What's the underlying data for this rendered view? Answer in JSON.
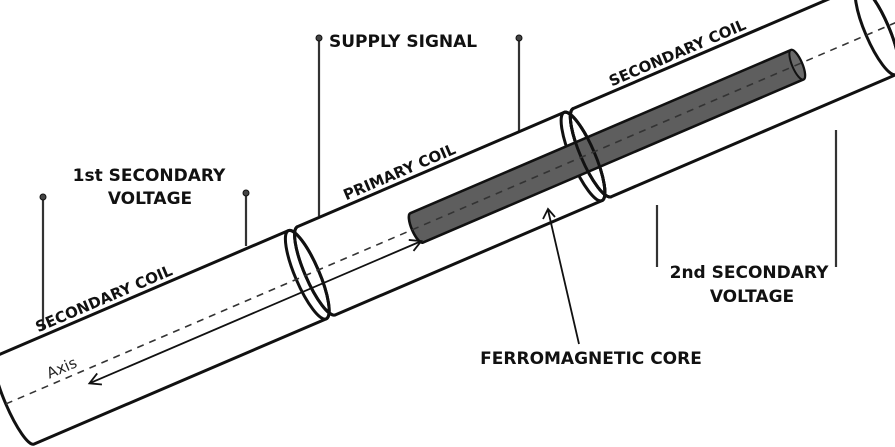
{
  "diagram": {
    "title": "Linear Variable Differential Transformer (LVDT) construction",
    "labels": {
      "supply_signal": "SUPPLY SIGNAL",
      "first_secondary_voltage_line1": "1st SECONDARY",
      "first_secondary_voltage_line2": "VOLTAGE",
      "second_secondary_voltage_line1": "2nd SECONDARY",
      "second_secondary_voltage_line2": "VOLTAGE",
      "ferromagnetic_core": "FERROMAGNETIC CORE",
      "primary_coil": "PRIMARY COIL",
      "left_secondary_coil": "SECONDARY COIL",
      "right_secondary_coil": "SECONDARY COIL",
      "axis": "Axis"
    },
    "components": [
      {
        "id": "left-secondary-coil",
        "kind": "coil",
        "label": "SECONDARY COIL"
      },
      {
        "id": "primary-coil",
        "kind": "coil",
        "label": "PRIMARY COIL"
      },
      {
        "id": "right-secondary-coil",
        "kind": "coil",
        "label": "SECONDARY COIL"
      },
      {
        "id": "ferromagnetic-core",
        "kind": "core",
        "label": "FERROMAGNETIC CORE"
      }
    ],
    "colors": {
      "coil_fill": "#d2d2d2",
      "coil_end_fill": "#e6e6e6",
      "core_fill": "#5e5e5e",
      "outline": "#111111",
      "text": "#111111",
      "background": "#ffffff"
    }
  }
}
